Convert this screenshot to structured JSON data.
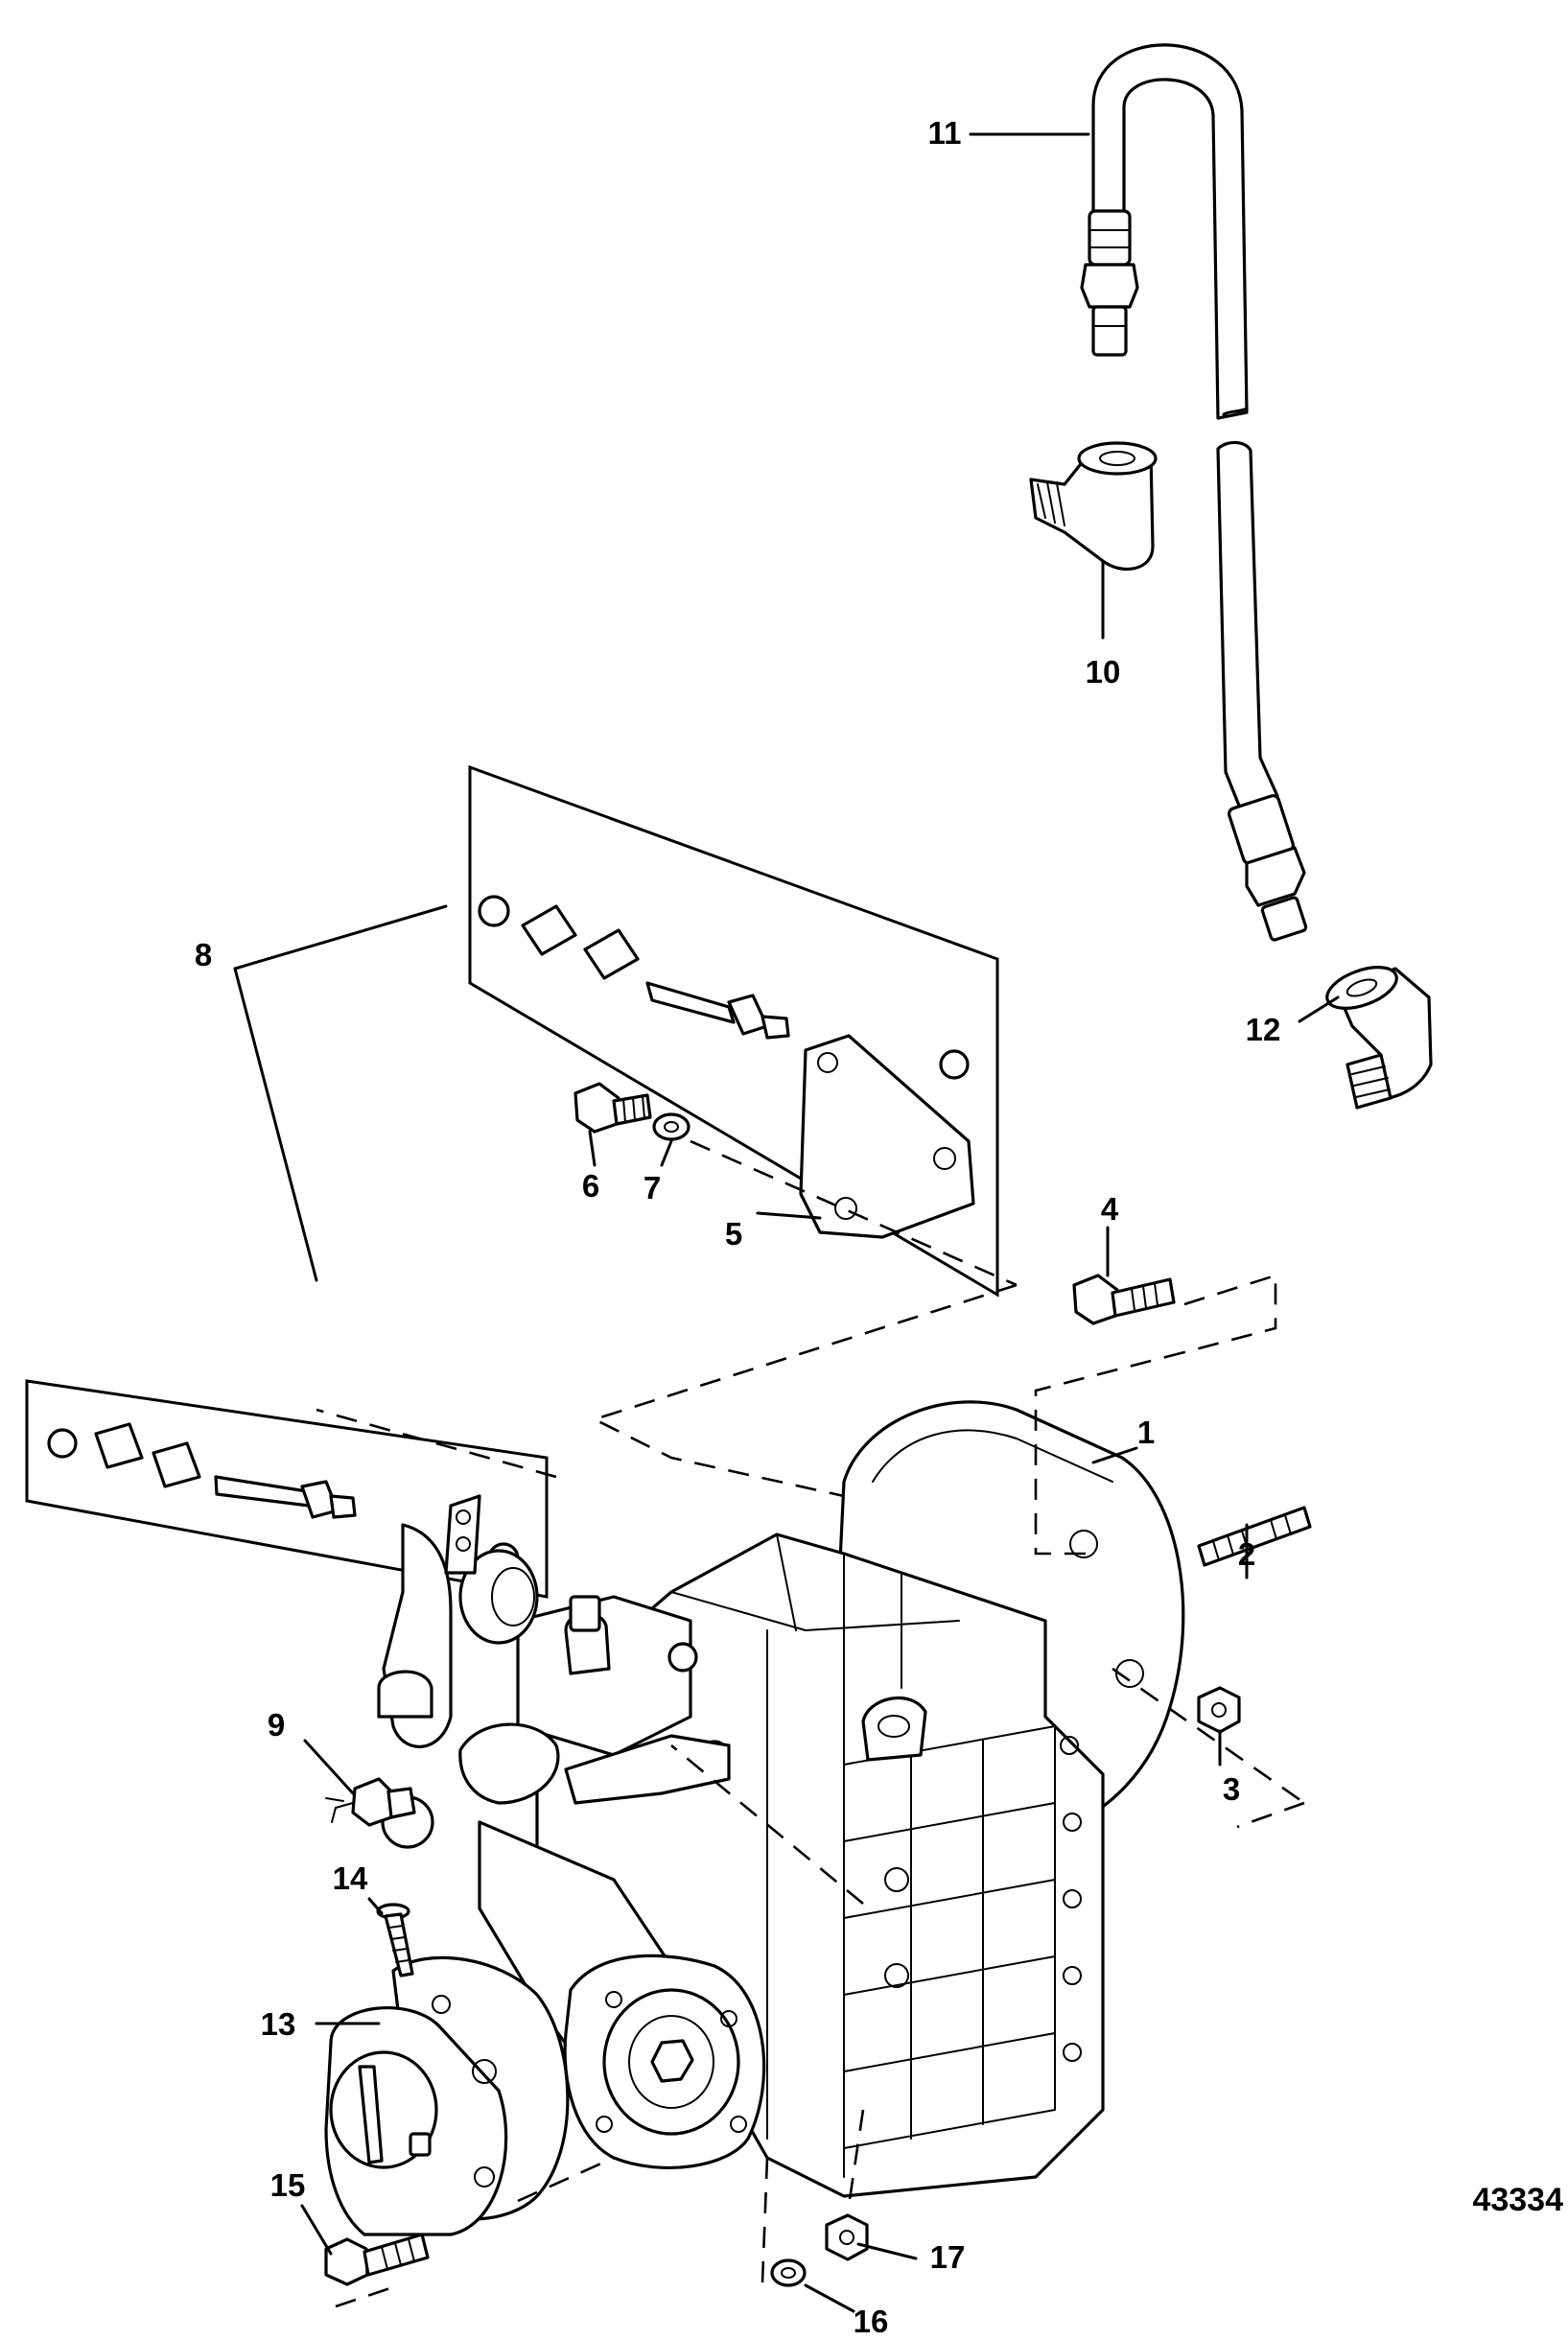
{
  "figure_number": "43334",
  "callouts": [
    "1",
    "2",
    "3",
    "4",
    "5",
    "6",
    "7",
    "8",
    "9",
    "10",
    "11",
    "12",
    "13",
    "14",
    "15",
    "16",
    "17"
  ]
}
